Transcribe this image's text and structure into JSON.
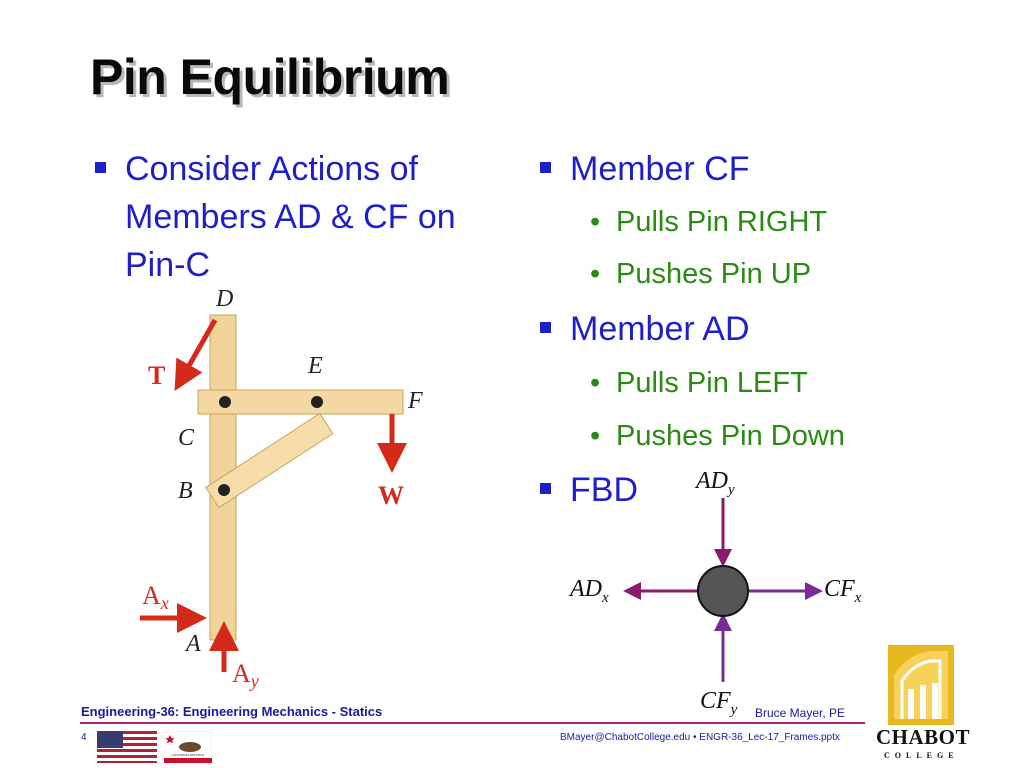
{
  "slide": {
    "title": "Pin Equilibrium",
    "left_bullet": "Consider Actions of Members AD & CF on Pin-C",
    "right": {
      "member_cf": "Member CF",
      "cf_sub": [
        "Pulls Pin RIGHT",
        "Pushes Pin UP"
      ],
      "member_ad": "Member AD",
      "ad_sub": [
        "Pulls Pin LEFT",
        "Pushes Pin Down"
      ],
      "fbd": "FBD"
    }
  },
  "frame_figure": {
    "labels": {
      "D": "D",
      "E": "E",
      "F": "F",
      "C": "C",
      "B": "B",
      "A": "A",
      "T": "T",
      "W": "W",
      "Ax": "A",
      "Ax_sub": "x",
      "Ay": "A",
      "Ay_sub": "y"
    }
  },
  "fbd": {
    "ad_y": "AD",
    "ad_y_sub": "y",
    "ad_x": "AD",
    "ad_x_sub": "x",
    "cf_x": "CF",
    "cf_x_sub": "x",
    "cf_y": "CF",
    "cf_y_sub": "y"
  },
  "footer": {
    "course": "Engineering-36: Engineering Mechanics - Statics",
    "author": "Bruce Mayer, PE",
    "page": "4",
    "email": "BMayer@ChabotCollege.edu  •  ENGR-36_Lec-17_Frames.pptx",
    "logo_name": "CHABOT",
    "logo_sub": "COLLEGE",
    "ca_flag_text": "CALIFORNIA REPUBLIC"
  },
  "colors": {
    "title": "#0a0a0a",
    "bullet_blue": "#1f1fc8",
    "sub_green": "#2a8a12",
    "arrow_red": "#d42a1a",
    "fbd_ad_arrow": "#8a1a6a",
    "fbd_cf_arrow": "#7a2a9a",
    "footer_line": "#b0207a",
    "wood": "#f1d49a"
  }
}
